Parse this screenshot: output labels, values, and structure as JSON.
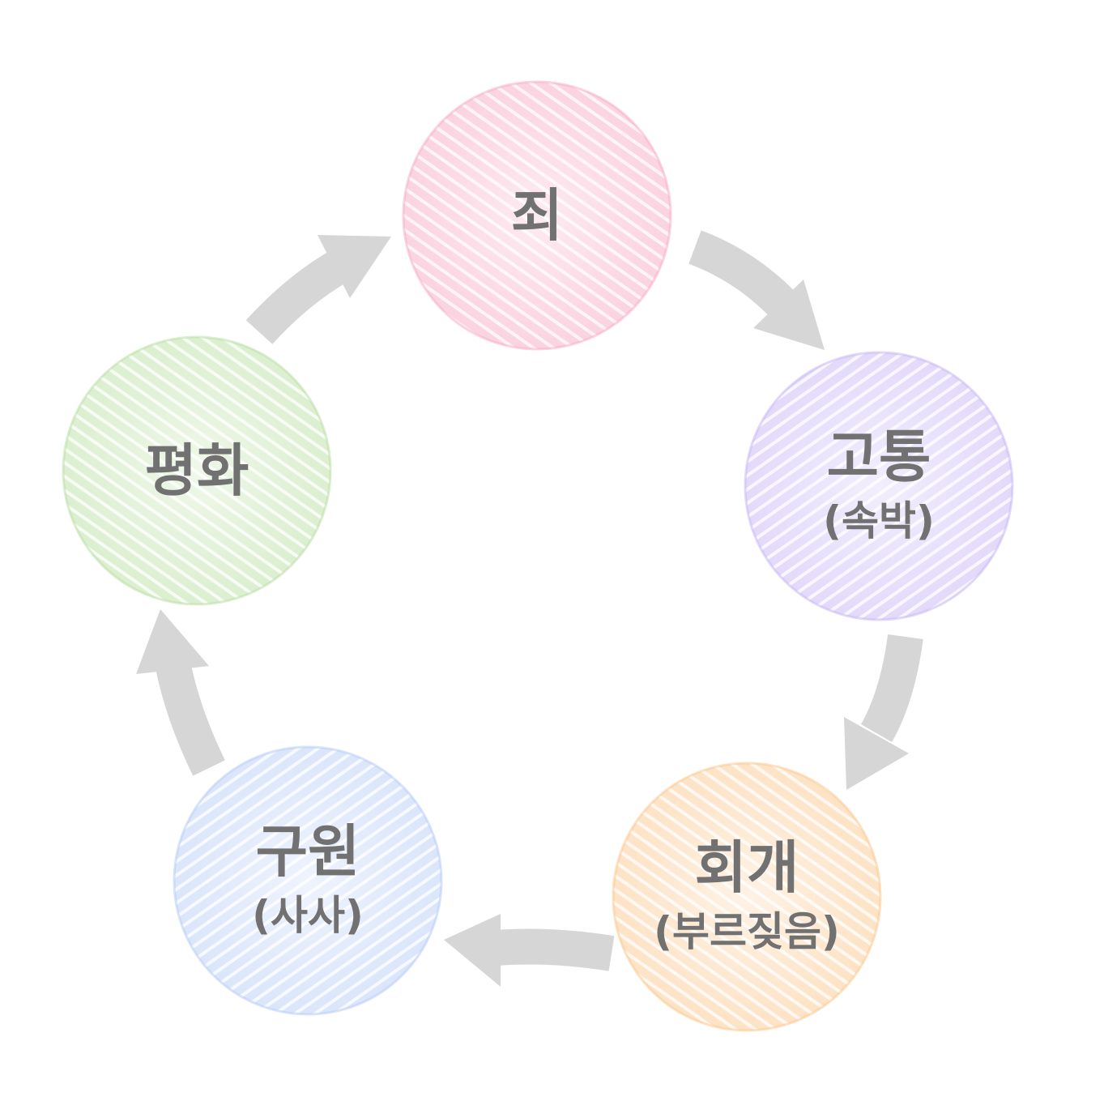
{
  "nodes": [
    {
      "id": "sin",
      "title": "죄",
      "subtitle": "",
      "color": "#f7a9c6",
      "fill": "#fbd3e1"
    },
    {
      "id": "suffering",
      "title": "고통",
      "subtitle": "(속박)",
      "color": "#c4b3f3",
      "fill": "#e3dafb"
    },
    {
      "id": "repentance",
      "title": "회개",
      "subtitle": "(부르짖음)",
      "color": "#fbc68a",
      "fill": "#fde3c6"
    },
    {
      "id": "salvation",
      "title": "구원",
      "subtitle": "(사사)",
      "color": "#b3c9f7",
      "fill": "#dbe6fb"
    },
    {
      "id": "peace",
      "title": "평화",
      "subtitle": "",
      "color": "#b8dda0",
      "fill": "#dcefd0"
    }
  ],
  "arrow_color": "#d6d6d6",
  "text_color": "#717171"
}
